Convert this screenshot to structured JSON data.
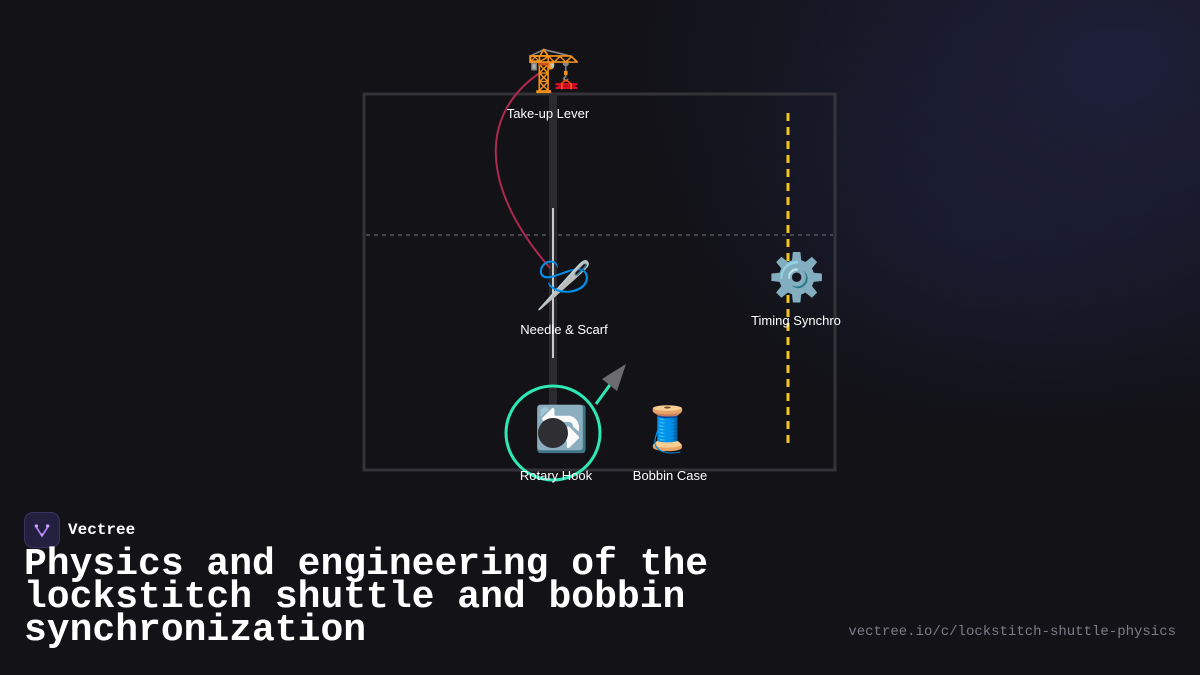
{
  "diagram": {
    "nodes": [
      {
        "id": "take-up-lever",
        "label": "Take-up Lever",
        "icon": "construction-crane-icon",
        "glyph": "🏗️"
      },
      {
        "id": "needle-scarf",
        "label": "Needle & Scarf",
        "icon": "sewing-needle-icon",
        "glyph": "🪡"
      },
      {
        "id": "timing-synchro",
        "label": "Timing Synchro",
        "icon": "gear-icon",
        "glyph": "⚙️"
      },
      {
        "id": "rotary-hook",
        "label": "Rotary Hook",
        "icon": "rotate-arrows-icon",
        "glyph": "🔄"
      },
      {
        "id": "bobbin-case",
        "label": "Bobbin Case",
        "icon": "thread-spool-icon",
        "glyph": "🧵"
      }
    ],
    "colors": {
      "frame": "#333338",
      "thread": "#b0284e",
      "hook_ring": "#2ee8b6",
      "timing_line": "#f5c518",
      "needle": "#c8c8cc"
    }
  },
  "brand": {
    "name": "Vectree"
  },
  "title": "Physics and engineering of the lockstitch shuttle and bobbin synchronization",
  "url": "vectree.io/c/lockstitch-shuttle-physics"
}
